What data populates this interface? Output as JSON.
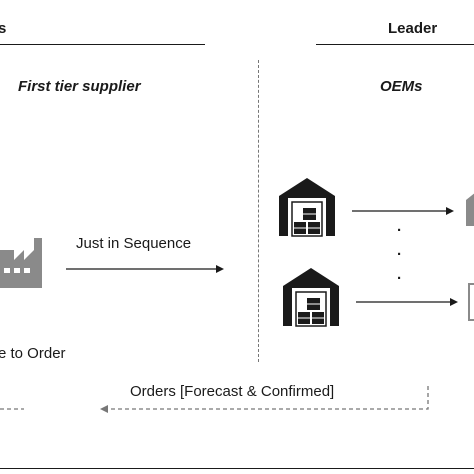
{
  "headers": {
    "left": "s",
    "right": "Leader"
  },
  "sections": {
    "supplier": "First tier supplier",
    "oems": "OEMs"
  },
  "flows": {
    "jis": "Just in Sequence",
    "orders": "Orders [Forecast & Confirmed]",
    "make_to_order": "e to Order"
  },
  "ellipsis": "·",
  "icons": {
    "factory": "factory-icon",
    "warehouse": "warehouse-icon"
  },
  "colors": {
    "icon": "#8a8a8a",
    "line": "#1a1a1a",
    "dashed": "#777777"
  }
}
